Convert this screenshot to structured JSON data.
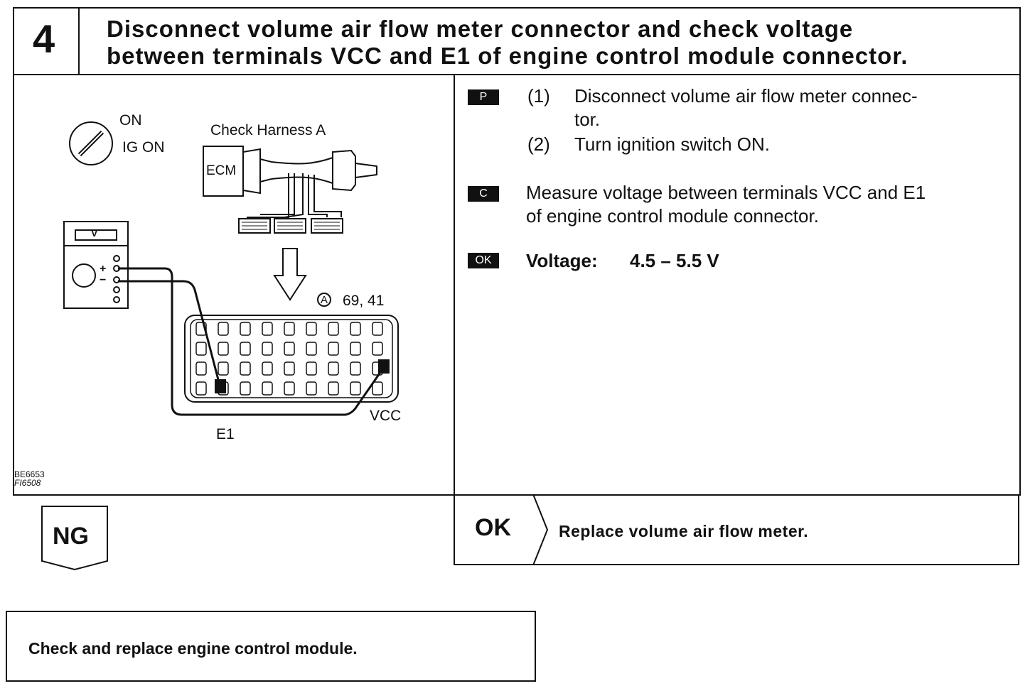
{
  "header": {
    "step_number": "4",
    "title_line1": "Disconnect volume air flow meter connector and check voltage",
    "title_line2": "between terminals VCC and E1 of engine control module connector."
  },
  "diagram": {
    "switch_on": "ON",
    "switch_ig_on": "IG ON",
    "harness_label": "Check Harness A",
    "ecm_label": "ECM",
    "meter_label": "V",
    "plus": "+",
    "minus": "−",
    "connector_ref": "69, 41",
    "connector_circle": "A",
    "vcc_label": "VCC",
    "e1_label": "E1",
    "code1": "BE6653",
    "code2": "FI6508"
  },
  "instructions": {
    "p_badge": "P",
    "p_step1_num": "(1)",
    "p_step1_line1": "Disconnect volume air flow meter connec-",
    "p_step1_line2": "tor.",
    "p_step2_num": "(2)",
    "p_step2_text": "Turn ignition switch ON.",
    "c_badge": "C",
    "c_line1": "Measure voltage between terminals VCC and E1",
    "c_line2": "of engine control module connector.",
    "ok_badge": "OK",
    "voltage_label": "Voltage:",
    "voltage_value": "4.5 – 5.5 V"
  },
  "results": {
    "ok_label": "OK",
    "ok_action": "Replace volume air flow meter.",
    "ng_label": "NG",
    "ng_action": "Check and replace engine control module."
  }
}
